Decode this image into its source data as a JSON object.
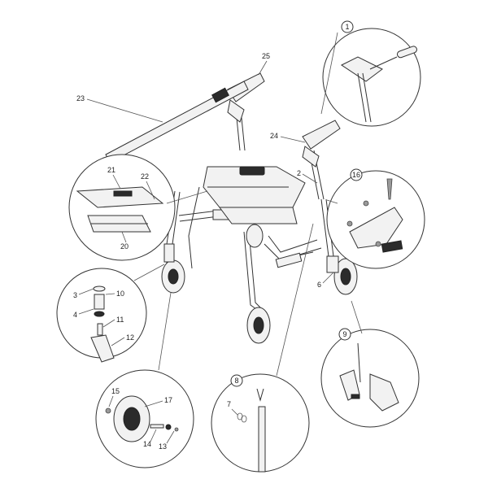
{
  "labels": {
    "l1": "1",
    "l2": "2",
    "l3": "3",
    "l4": "4",
    "l6": "6",
    "l7": "7",
    "l8": "8",
    "l9": "9",
    "l10": "10",
    "l11": "11",
    "l12": "12",
    "l13": "13",
    "l14": "14",
    "l15": "15",
    "l16": "16",
    "l17": "17",
    "l20": "20",
    "l21": "21",
    "l22": "22",
    "l23": "23",
    "l24": "24",
    "l25": "25"
  }
}
